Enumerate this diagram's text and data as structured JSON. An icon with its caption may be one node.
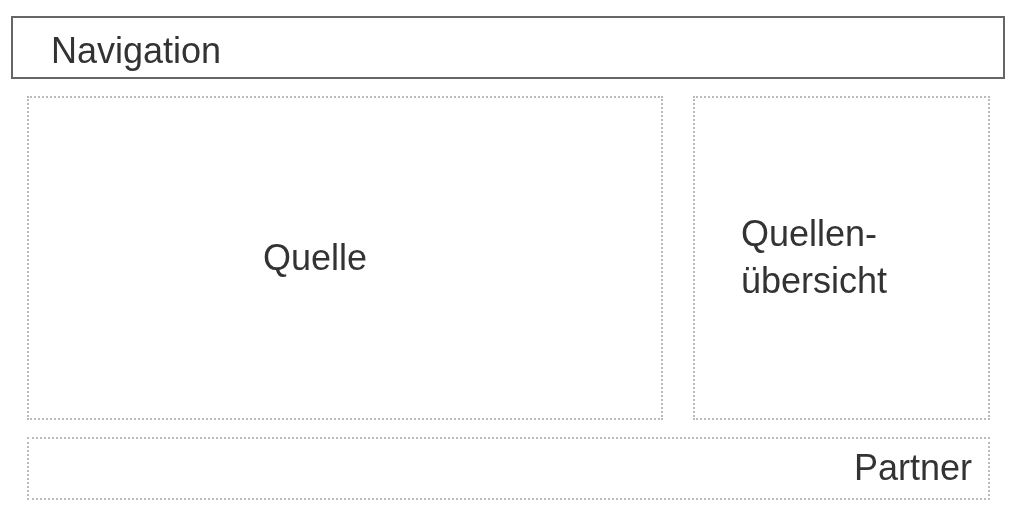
{
  "diagram": {
    "nodes": [
      {
        "text": [
          "Navigation"
        ]
      },
      {
        "text": [
          "Quelle"
        ]
      },
      {
        "text": [
          "Quellen- übersicht"
        ]
      },
      {
        "text": [
          "Partner"
        ]
      }
    ]
  }
}
